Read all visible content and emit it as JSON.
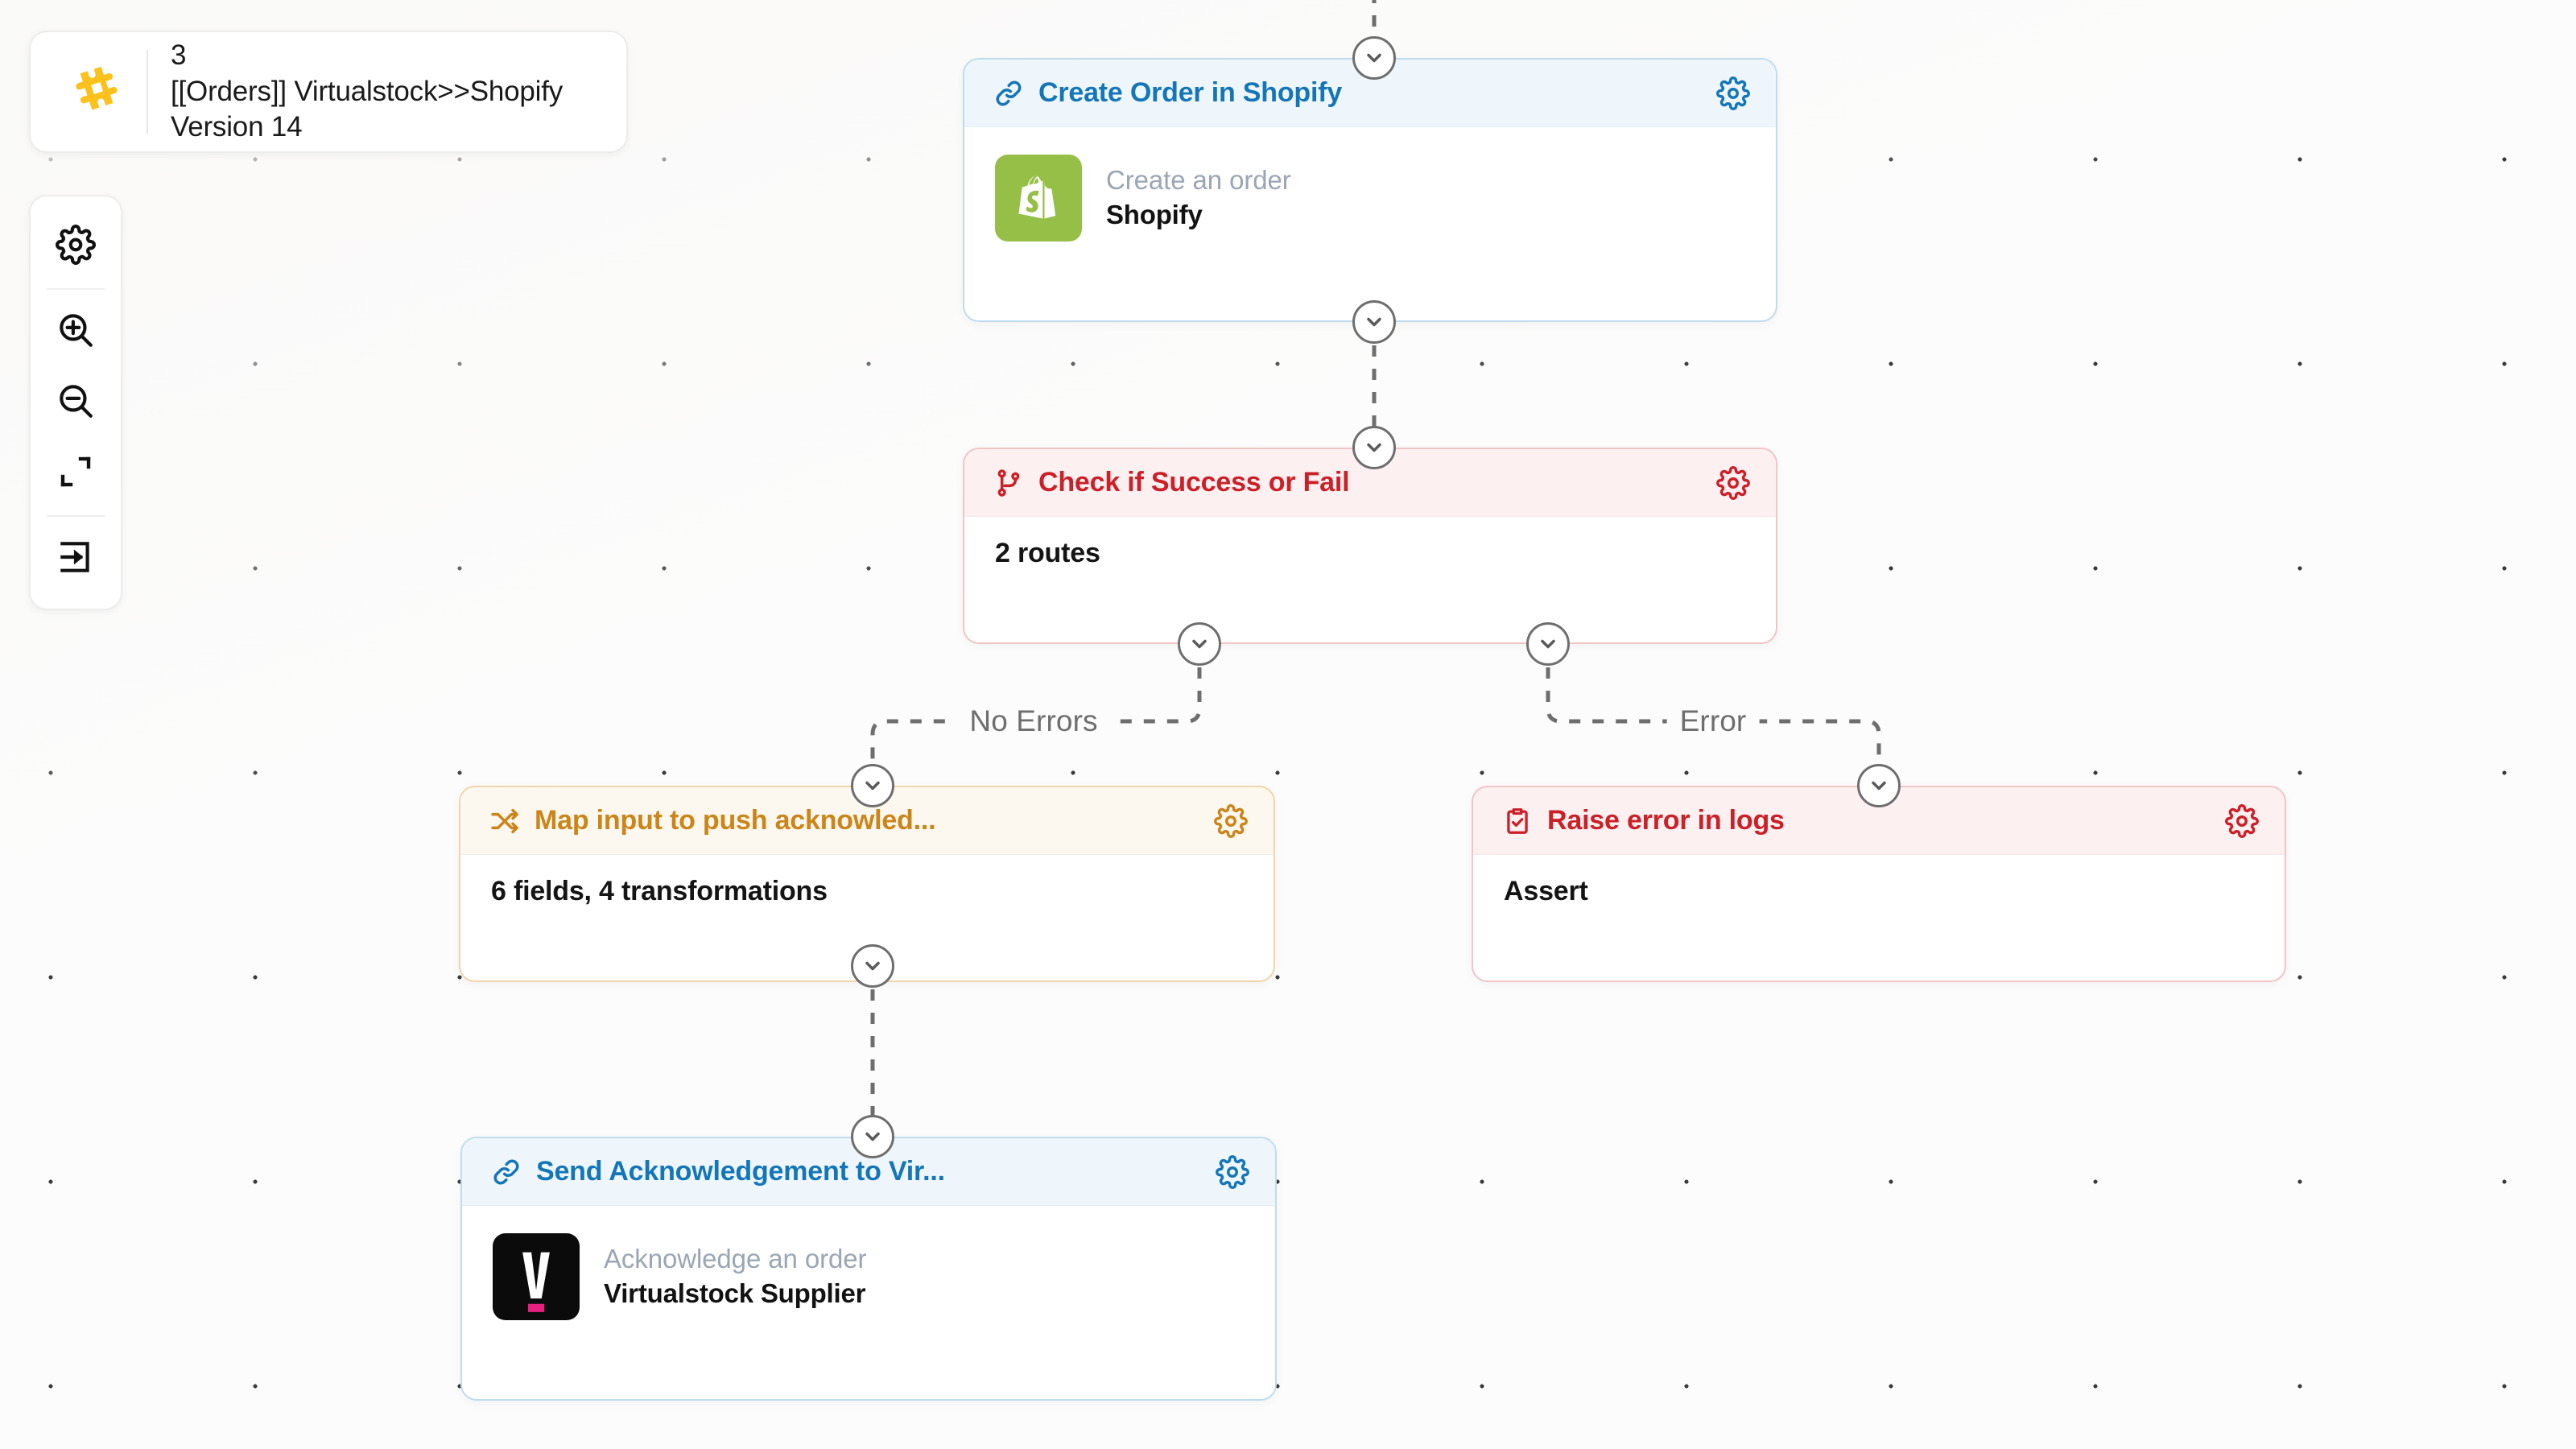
{
  "header": {
    "logo_icon": "patchworks-puzzle-icon",
    "number": "3",
    "name": "[[Orders]] Virtualstock>>Shopify",
    "version": "Version 14"
  },
  "toolbar": {
    "items": [
      {
        "icon": "gear-icon",
        "name": "settings"
      },
      {
        "icon": "zoom-in-icon",
        "name": "zoom-in"
      },
      {
        "icon": "zoom-out-icon",
        "name": "zoom-out"
      },
      {
        "icon": "fit-to-screen-icon",
        "name": "fit-to-screen"
      },
      {
        "icon": "arrow-into-box-icon",
        "name": "collapse-panel"
      }
    ]
  },
  "colors": {
    "blue_accent": "#1476b8",
    "red_accent": "#cc2028",
    "amber_accent": "#cb8519",
    "shopify_green": "#95bf47",
    "virtualstock_black": "#0b0b0b",
    "virtualstock_pink": "#e5207e",
    "logo_yellow": "#fcc21b",
    "wire_gray": "#6e6e6e"
  },
  "nodes": [
    {
      "id": "create-order-shopify",
      "title": "Create Order in Shopify",
      "head_icon": "link-chain-icon",
      "gear_icon": "gear-icon",
      "accent": "blue",
      "app_action": "Create an order",
      "app_name": "Shopify",
      "app_logo": "shopify-bag-icon"
    },
    {
      "id": "check-success-or-fail",
      "title": "Check if Success or Fail",
      "head_icon": "git-branch-icon",
      "gear_icon": "gear-icon",
      "accent": "red",
      "summary": "2 routes"
    },
    {
      "id": "map-input-push-ack",
      "title": "Map input to push acknowled...",
      "head_icon": "shuffle-icon",
      "gear_icon": "gear-icon",
      "accent": "amber",
      "summary": "6 fields, 4 transformations"
    },
    {
      "id": "raise-error-in-logs",
      "title": "Raise error in logs",
      "head_icon": "clipboard-check-icon",
      "gear_icon": "gear-icon",
      "accent": "red",
      "summary": "Assert"
    },
    {
      "id": "send-acknowledgement",
      "title": "Send Acknowledgement to Vir...",
      "head_icon": "link-chain-icon",
      "gear_icon": "gear-icon",
      "accent": "blue",
      "app_action": "Acknowledge an order",
      "app_name": "Virtualstock Supplier",
      "app_logo": "virtualstock-v-icon"
    }
  ],
  "connections": [
    {
      "label": "No Errors"
    },
    {
      "label": "Error"
    }
  ]
}
